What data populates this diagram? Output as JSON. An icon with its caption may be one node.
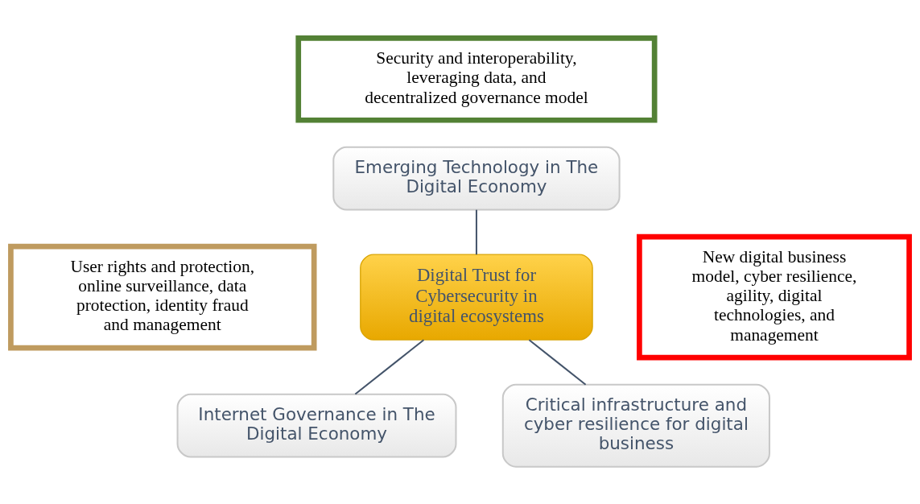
{
  "diagram": {
    "nodes": [
      {
        "text": [
          "Security and interoperability, leveraging data, and decentralized governance model"
        ]
      },
      {
        "text": [
          "Emerging Technology in The Digital Economy"
        ]
      },
      {
        "text": [
          "Digital Trust for Cybersecurity in digital ecosystems"
        ]
      },
      {
        "text": [
          "User rights and protection, online surveillance, data protection, identity fraud and management"
        ]
      },
      {
        "text": [
          "New digital business model, cyber resilience, agility, digital technologies, and management"
        ]
      },
      {
        "text": [
          "Internet Governance in The Digital Economy"
        ]
      },
      {
        "text": [
          "Critical infrastructure and cyber resilience for digital business"
        ]
      }
    ],
    "edges": [
      {
        "from": 1,
        "to": 2,
        "arrow": "none"
      },
      {
        "from": 2,
        "to": 5,
        "arrow": "none"
      },
      {
        "from": 2,
        "to": 6,
        "arrow": "none"
      }
    ]
  }
}
